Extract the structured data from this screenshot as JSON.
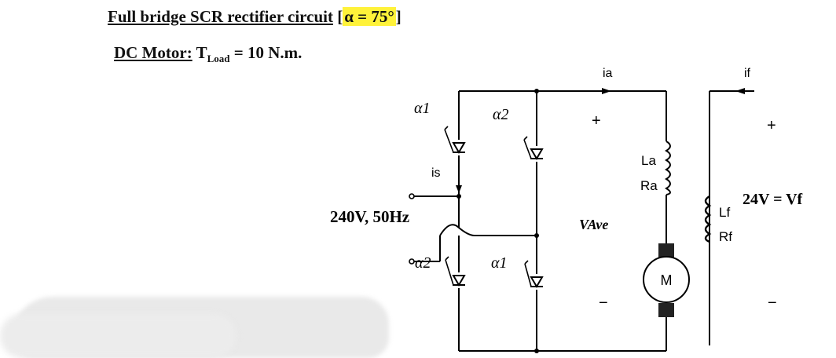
{
  "title": {
    "main": "Full bridge SCR rectifier circuit",
    "bracket_open": " [",
    "alpha_label": "α = 75°",
    "bracket_close": "]"
  },
  "motor": {
    "label": "DC Motor:",
    "torque_symbol": " T",
    "torque_sub": "Load",
    "torque_value": " = 10 N.m."
  },
  "circuit": {
    "source_label": "240V, 50Hz",
    "source_current": "is",
    "armature_current": "ia",
    "field_current": "if",
    "scr_top_left": "α1",
    "scr_top_right": "α2",
    "scr_bottom_left": "α2",
    "scr_bottom_right": "α1",
    "output_plus": "+",
    "output_minus": "−",
    "output_voltage": "VAve",
    "armature_inductance": "La",
    "armature_resistance": "Ra",
    "motor_symbol": "M",
    "field_inductance": "Lf",
    "field_resistance": "Rf",
    "field_plus": "+",
    "field_minus": "−",
    "field_voltage": "24V = Vf"
  }
}
